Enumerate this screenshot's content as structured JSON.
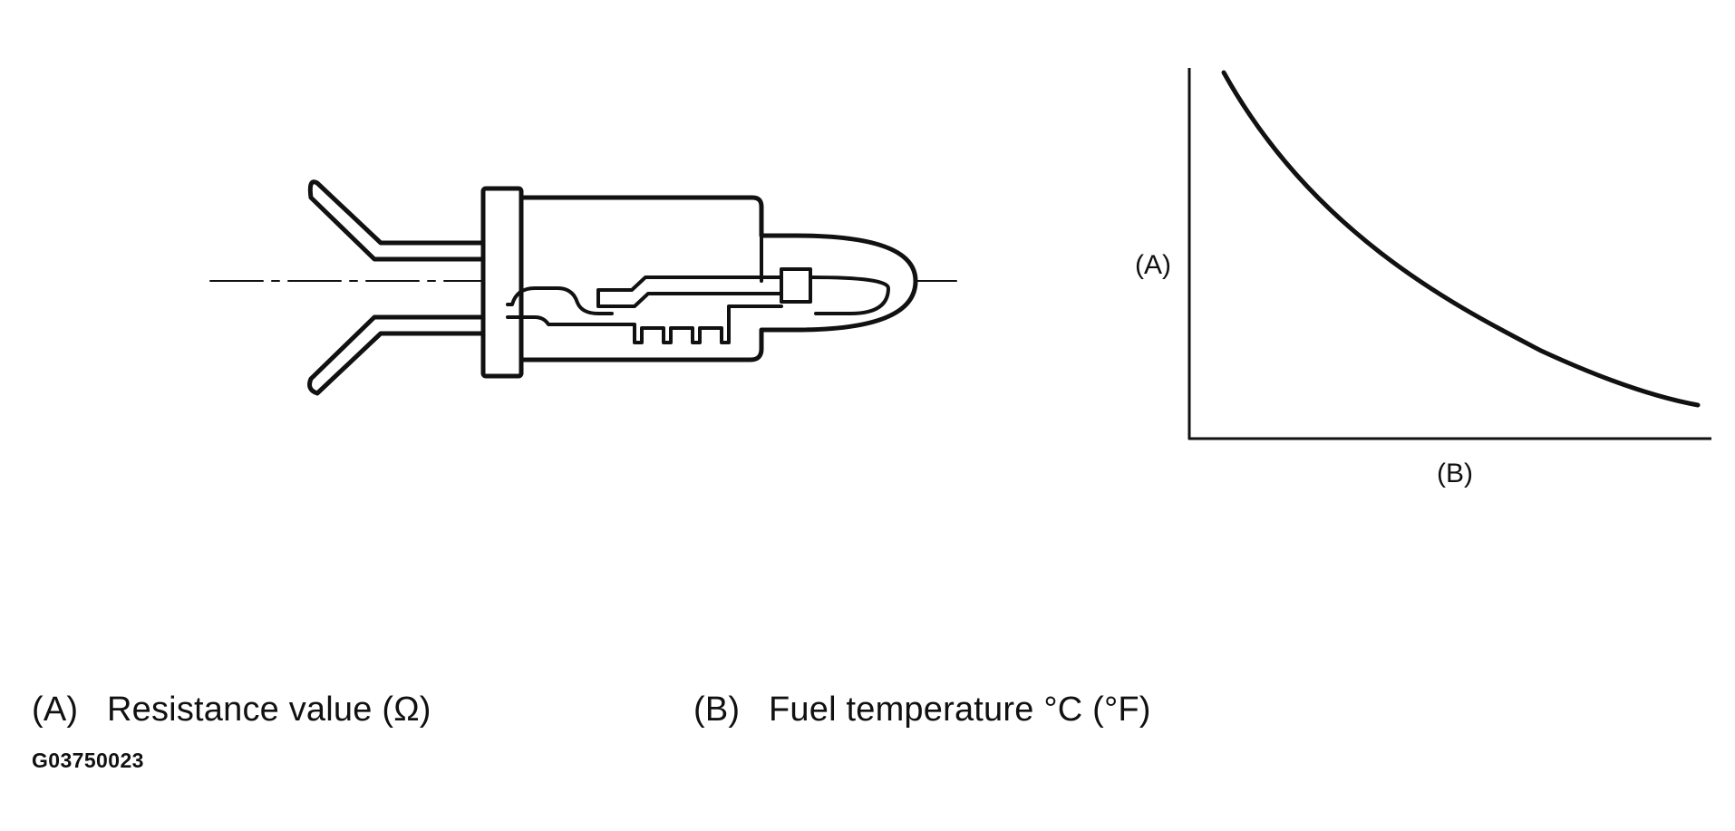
{
  "graph": {
    "y_axis_label": "(A)",
    "x_axis_label": "(B)"
  },
  "legend": {
    "a_key": "(A)",
    "a_text": "Resistance value (Ω)",
    "b_key": "(B)",
    "b_text": "Fuel temperature °C (°F)"
  },
  "figure_code": "G03750023"
}
